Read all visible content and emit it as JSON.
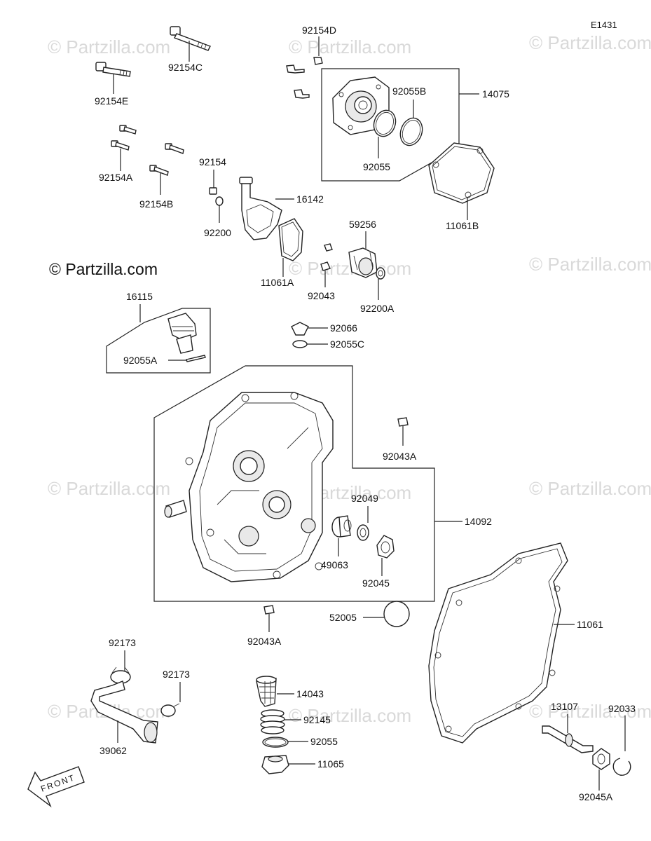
{
  "diagram_code": "E1431",
  "brand": "© Partzilla.com",
  "watermark": "© Partzilla.com",
  "front_label": "FRONT",
  "labels": {
    "p92154D": "92154D",
    "p92154C": "92154C",
    "p92154E": "92154E",
    "p92154A": "92154A",
    "p92154B": "92154B",
    "p92154": "92154",
    "p92200": "92200",
    "p16142": "16142",
    "p11061A": "11061A",
    "p92043": "92043",
    "p59256": "59256",
    "p92200A": "92200A",
    "p92055B": "92055B",
    "p14075": "14075",
    "p92055": "92055",
    "p11061B": "11061B",
    "p16115": "16115",
    "p92055A": "92055A",
    "p92066": "92066",
    "p92055C": "92055C",
    "p92043A_top": "92043A",
    "p92049": "92049",
    "p14092": "14092",
    "p49063": "49063",
    "p92045": "92045",
    "p52005": "52005",
    "p92043A_bottom": "92043A",
    "p11061": "11061",
    "p92173_left": "92173",
    "p92173_right": "92173",
    "p39062": "39062",
    "p14043": "14043",
    "p92145": "92145",
    "p92055_bottom": "92055",
    "p11065": "11065",
    "p13107": "13107",
    "p92033": "92033",
    "p92045A": "92045A"
  }
}
